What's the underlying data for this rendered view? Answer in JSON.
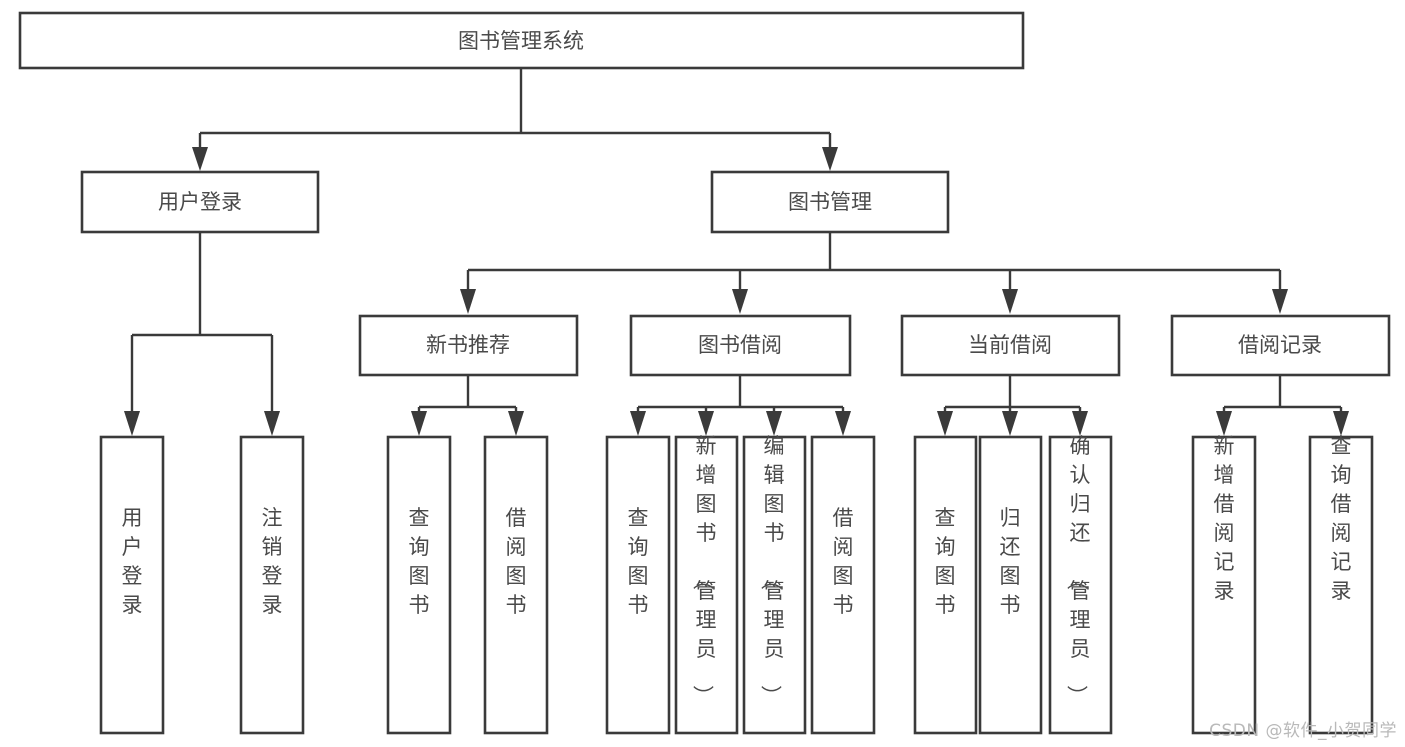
{
  "diagram": {
    "title": "图书管理系统",
    "type": "tree",
    "watermark": "CSDN @软件_小贺同学",
    "colors": {
      "box_stroke": "#3a3a3a",
      "box_fill": "#ffffff",
      "text": "#4a4a4a",
      "connector": "#3a3a3a",
      "watermark": "#b9b9b9",
      "background": "#ffffff"
    },
    "root": {
      "id": "root",
      "label": "图书管理系统"
    },
    "level1": [
      {
        "id": "user-login",
        "label": "用户登录"
      },
      {
        "id": "book-manage",
        "label": "图书管理"
      }
    ],
    "level2": [
      {
        "id": "new-book-recommend",
        "label": "新书推荐",
        "parent": "book-manage"
      },
      {
        "id": "book-borrow",
        "label": "图书借阅",
        "parent": "book-manage"
      },
      {
        "id": "current-borrow",
        "label": "当前借阅",
        "parent": "book-manage"
      },
      {
        "id": "borrow-record",
        "label": "借阅记录",
        "parent": "book-manage"
      }
    ],
    "leaves": {
      "user-login": [
        {
          "id": "leaf-user-login",
          "label": "用户登录"
        },
        {
          "id": "leaf-logout",
          "label": "注销登录"
        }
      ],
      "new-book-recommend": [
        {
          "id": "leaf-query-book-1",
          "label": "查询图书"
        },
        {
          "id": "leaf-borrow-book-1",
          "label": "借阅图书"
        }
      ],
      "book-borrow": [
        {
          "id": "leaf-query-book-2",
          "label": "查询图书"
        },
        {
          "id": "leaf-add-book",
          "label": "新增图书（管理员）"
        },
        {
          "id": "leaf-edit-book",
          "label": "编辑图书（管理员）"
        },
        {
          "id": "leaf-borrow-book-2",
          "label": "借阅图书"
        }
      ],
      "current-borrow": [
        {
          "id": "leaf-query-book-3",
          "label": "查询图书"
        },
        {
          "id": "leaf-return-book",
          "label": "归还图书"
        },
        {
          "id": "leaf-confirm-return",
          "label": "确认归还（管理员）"
        }
      ],
      "borrow-record": [
        {
          "id": "leaf-add-record",
          "label": "新增借阅记录"
        },
        {
          "id": "leaf-query-record",
          "label": "查询借阅记录"
        }
      ]
    }
  }
}
